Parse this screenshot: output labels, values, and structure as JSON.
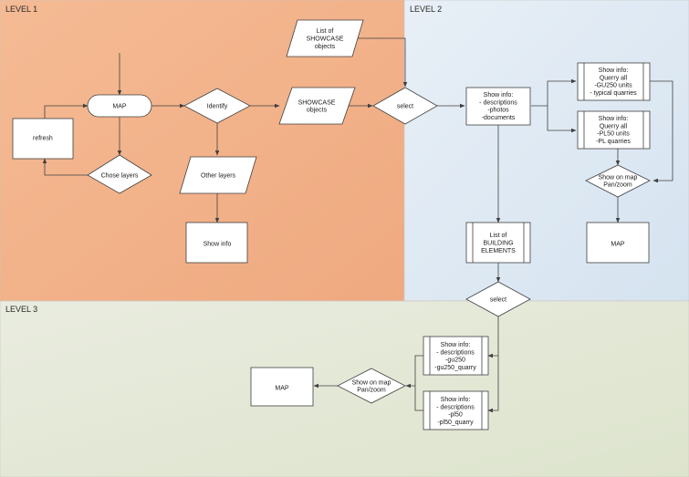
{
  "levels": {
    "level1": "LEVEL 1",
    "level2": "LEVEL 2",
    "level3": "LEVEL 3"
  },
  "colors": {
    "level1_bg": "#f2b48c",
    "level2_bg": "#dde8f2",
    "level3_bg": "#e3e8d6",
    "stroke": "#404040"
  },
  "nodes": {
    "map_l1": [
      "MAP"
    ],
    "identify": [
      "Identify"
    ],
    "refresh": [
      "refresh"
    ],
    "chose_layers": [
      "Chose layers"
    ],
    "showcase_objects": [
      "SHOWCASE",
      "objects"
    ],
    "other_layers": [
      "Other layers"
    ],
    "show_info_l1": [
      "Show info"
    ],
    "list_showcase": [
      "List of",
      "SHOWCASE",
      "objects"
    ],
    "select_l2": [
      "select"
    ],
    "show_info_l2": [
      "Show info:",
      "- descriptions",
      "-photos",
      "-documents"
    ],
    "show_info_gu250": [
      "Show info:",
      "Querry all",
      "-GU250 units",
      "- typical quarries"
    ],
    "show_info_pl50": [
      "Show info:",
      "Querry all",
      "-PL50 units",
      "-PL quarries"
    ],
    "show_on_map_l2": [
      "Show on map",
      "Pan/zoom"
    ],
    "map_l2": [
      "MAP"
    ],
    "list_building": [
      "List of",
      "BUILDING",
      "ELEMENTS"
    ],
    "select_l3": [
      "select"
    ],
    "show_info_l3a": [
      "Show info:",
      "- descriptions",
      "-gu250",
      "-gu250_quarry"
    ],
    "show_info_l3b": [
      "Show info:",
      "- descriptions",
      "-pl50",
      "-pl50_quarry"
    ],
    "show_on_map_l3": [
      "Show on map",
      "Pan/zoom"
    ],
    "map_l3": [
      "MAP"
    ]
  }
}
